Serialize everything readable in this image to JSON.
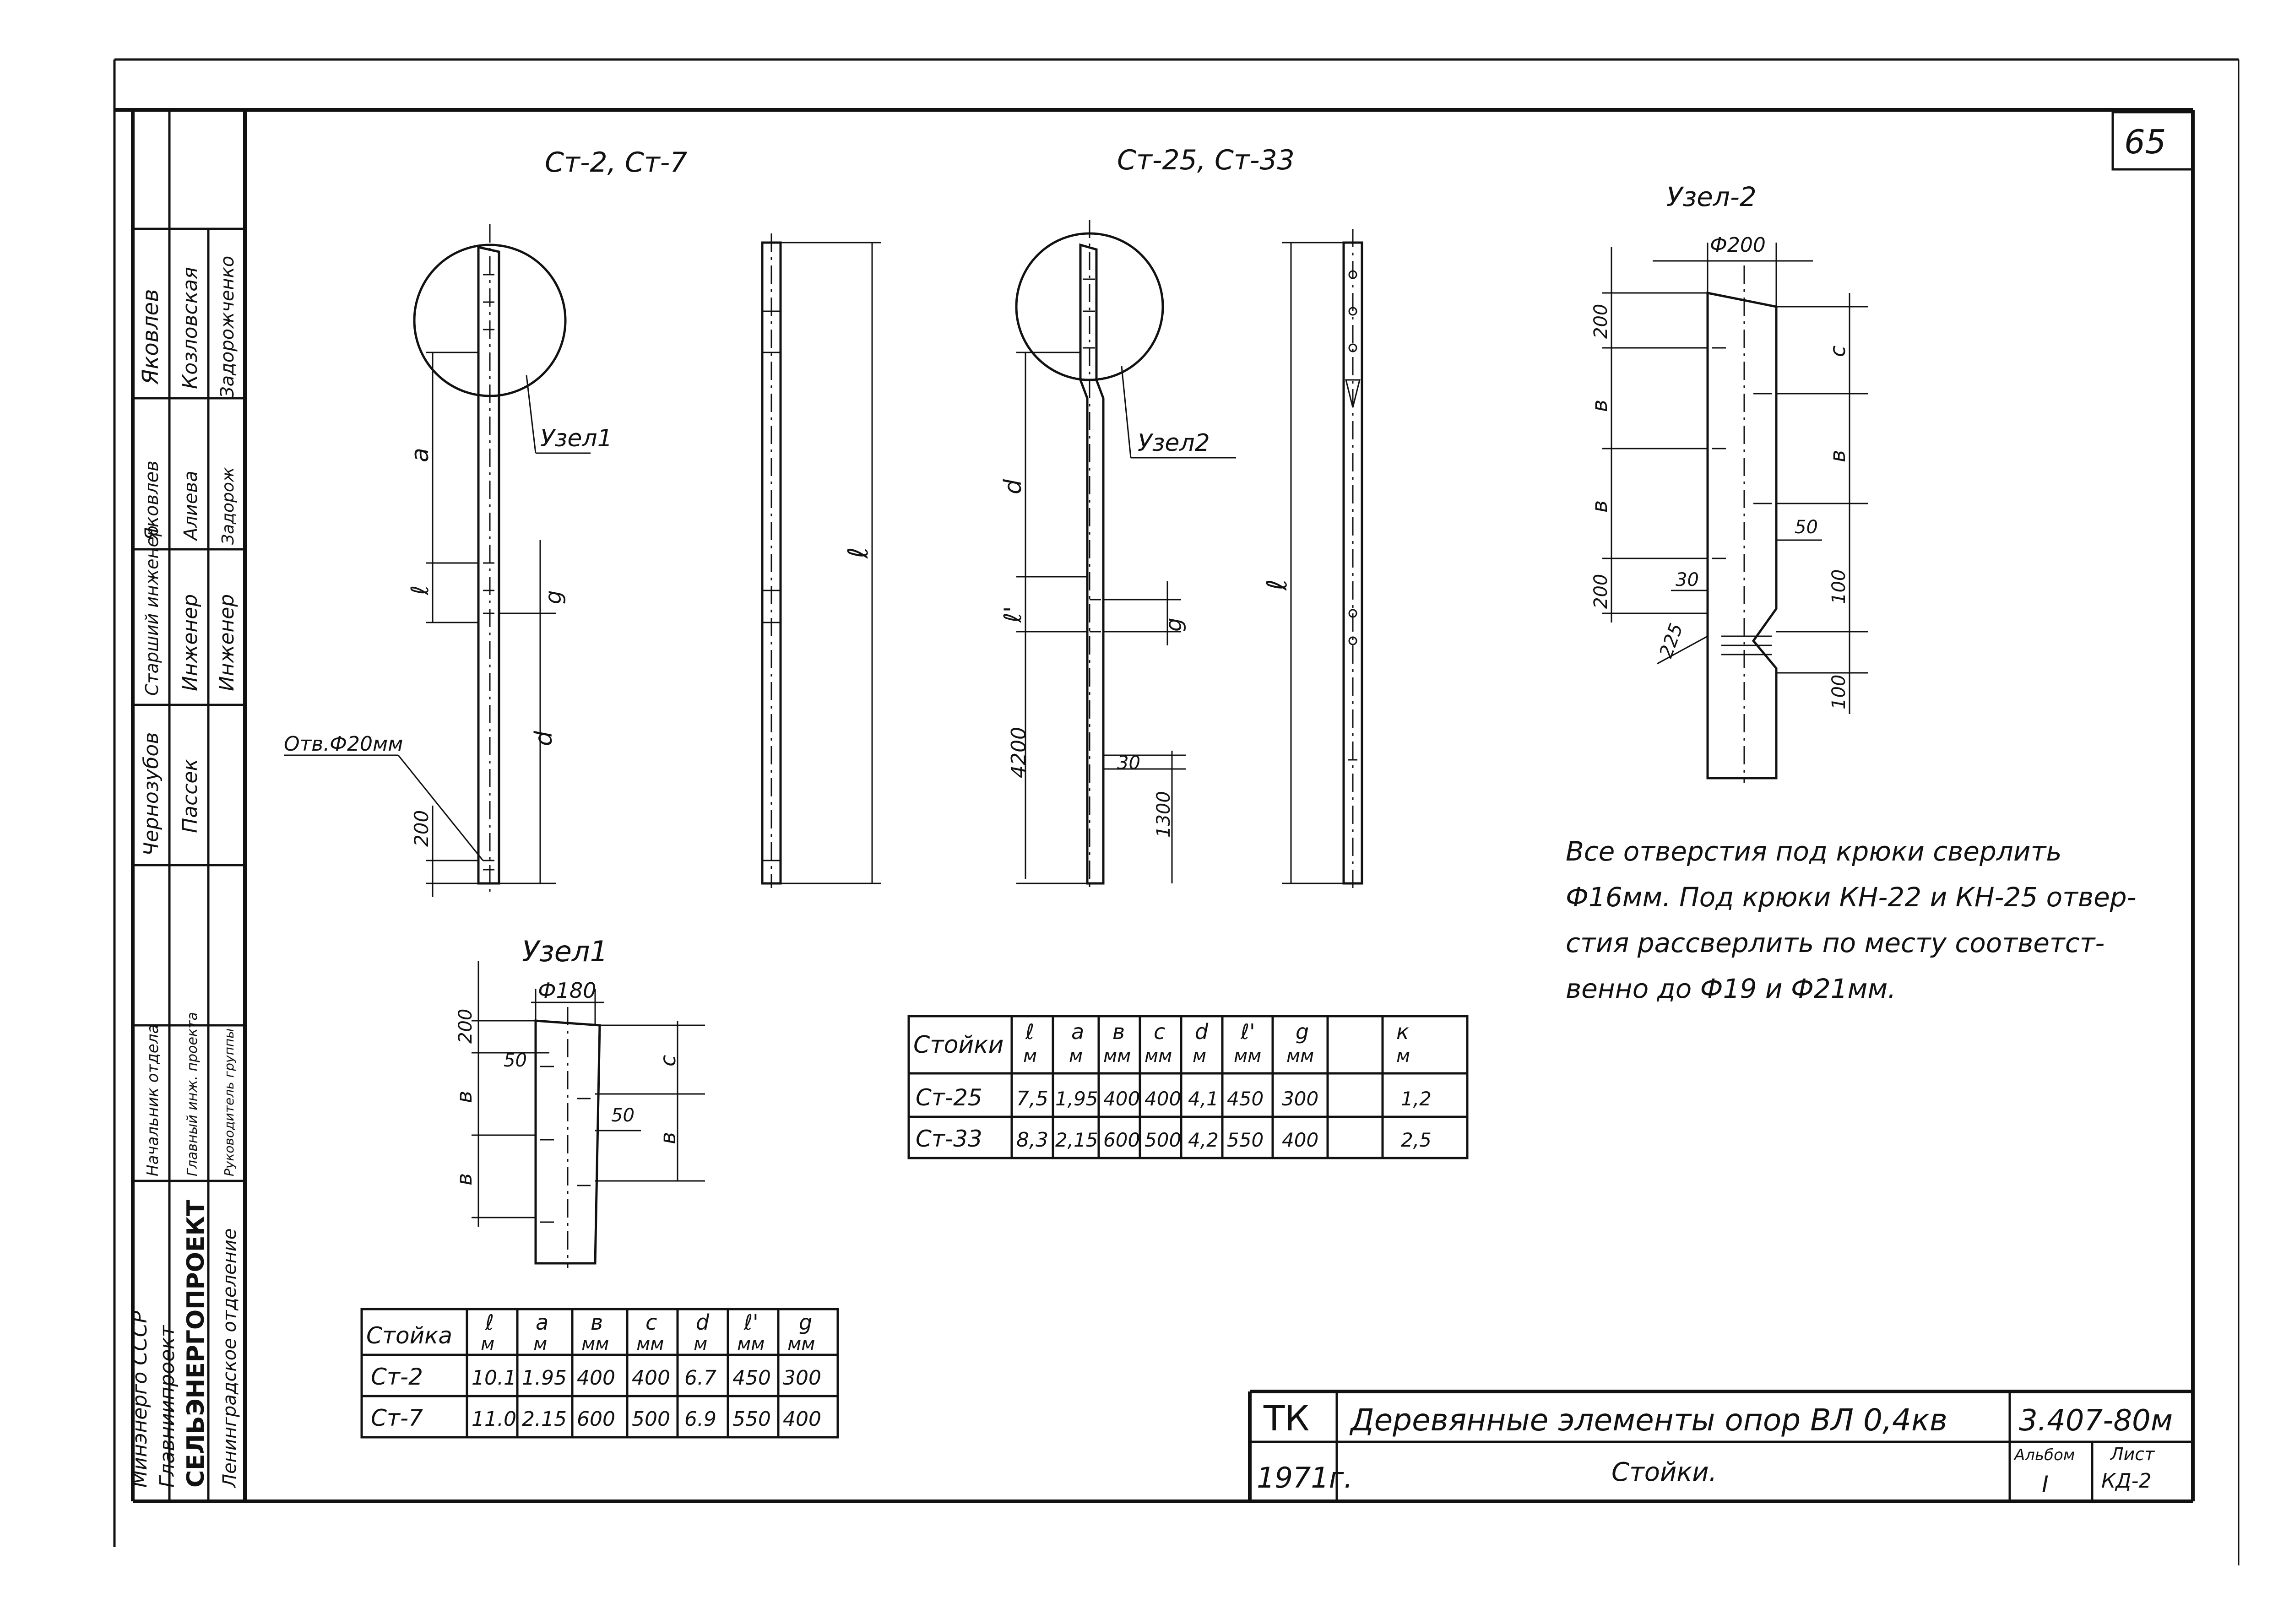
{
  "sheet": {
    "page_number": "65",
    "frame": {
      "line_color": "#111111",
      "paper_color": "#ffffff"
    }
  },
  "views": {
    "st2_st7_title": "Ст-2, Ст-7",
    "st25_st33_title": "Ст-25, Ст-33",
    "uzel1_callout": "Узел1",
    "uzel2_callout": "Узел2",
    "hole_note": "Отв.Ф20мм",
    "dims_st2": {
      "a": "а",
      "l": "ℓ",
      "g": "g",
      "d": "d",
      "h200": "200",
      "len": "ℓ"
    },
    "dims_st25": {
      "d": "d",
      "l1": "ℓ'",
      "g": "g",
      "h4200": "4200",
      "h30": "30",
      "h1300": "1300",
      "len": "ℓ"
    }
  },
  "uzel1": {
    "title": "Узел1",
    "dia": "Ф180",
    "d200": "200",
    "d50a": "50",
    "d50b": "50",
    "b1": "в",
    "b2": "в",
    "b3": "в",
    "c": "с"
  },
  "uzel2": {
    "title": "Узел-2",
    "dia": "Ф200",
    "d200a": "200",
    "b1": "в",
    "b2": "в",
    "d200b": "200",
    "c": "с",
    "b3": "в",
    "d50": "50",
    "d30": "30",
    "d225": "225",
    "d100a": "100",
    "d100b": "100"
  },
  "note": {
    "line1": "Все отверстия под крюки сверлить",
    "line2": "Ф16мм. Под крюки КН-22 и КН-25 отвер-",
    "line3": "стия рассверлить по месту соответст-",
    "line4": "венно до Ф19 и Ф21мм."
  },
  "table1": {
    "headers": [
      {
        "top": "Стойка",
        "unit": ""
      },
      {
        "top": "ℓ",
        "unit": "м"
      },
      {
        "top": "а",
        "unit": "м"
      },
      {
        "top": "в",
        "unit": "мм"
      },
      {
        "top": "с",
        "unit": "мм"
      },
      {
        "top": "d",
        "unit": "м"
      },
      {
        "top": "ℓ'",
        "unit": "мм"
      },
      {
        "top": "g",
        "unit": "мм"
      }
    ],
    "rows": [
      [
        "Ст-2",
        "10.1",
        "1.95",
        "400",
        "400",
        "6.7",
        "450",
        "300"
      ],
      [
        "Ст-7",
        "11.0",
        "2.15",
        "600",
        "500",
        "6.9",
        "550",
        "400"
      ]
    ]
  },
  "table2": {
    "headers": [
      {
        "top": "Стойки",
        "unit": ""
      },
      {
        "top": "ℓ",
        "unit": "м"
      },
      {
        "top": "а",
        "unit": "м"
      },
      {
        "top": "в",
        "unit": "мм"
      },
      {
        "top": "с",
        "unit": "мм"
      },
      {
        "top": "d",
        "unit": "м"
      },
      {
        "top": "ℓ'",
        "unit": "мм"
      },
      {
        "top": "g",
        "unit": "мм"
      },
      {
        "top": "к",
        "unit": "м"
      }
    ],
    "rows": [
      [
        "Ст-25",
        "7,5",
        "1,95",
        "400",
        "400",
        "4,1",
        "450",
        "300",
        "1,2"
      ],
      [
        "Ст-33",
        "8,3",
        "2,15",
        "600",
        "500",
        "4,2",
        "550",
        "400",
        "2,5"
      ]
    ]
  },
  "sidebar": {
    "names": [
      "Яковлев",
      "Козловская",
      "Задорожченко"
    ],
    "signs": [
      "Яковлев",
      "Алиева",
      "Задорож"
    ],
    "positions": [
      "Старший инженер",
      "Инженер",
      "Инженер"
    ],
    "names2": [
      "Чернозубов",
      "Пассек"
    ],
    "roles": [
      "Начальник отдела",
      "Главный инж. проекта",
      "Руководитель группы"
    ],
    "org1": "Минэнерго СССР",
    "org2": "Главниипроект",
    "org3": "СЕЛЬЭНЕРГОПРОЕКТ",
    "org4": "Ленинградское отделение"
  },
  "titleblock": {
    "tk": "ТК",
    "title": "Деревянные элементы опор ВЛ 0,4кв",
    "code": "3.407-80м",
    "year": "1971г.",
    "subtitle": "Стойки.",
    "album_label": "Альбом",
    "album_value": "I",
    "sheet_label": "Лист",
    "sheet_value": "КД-2"
  }
}
